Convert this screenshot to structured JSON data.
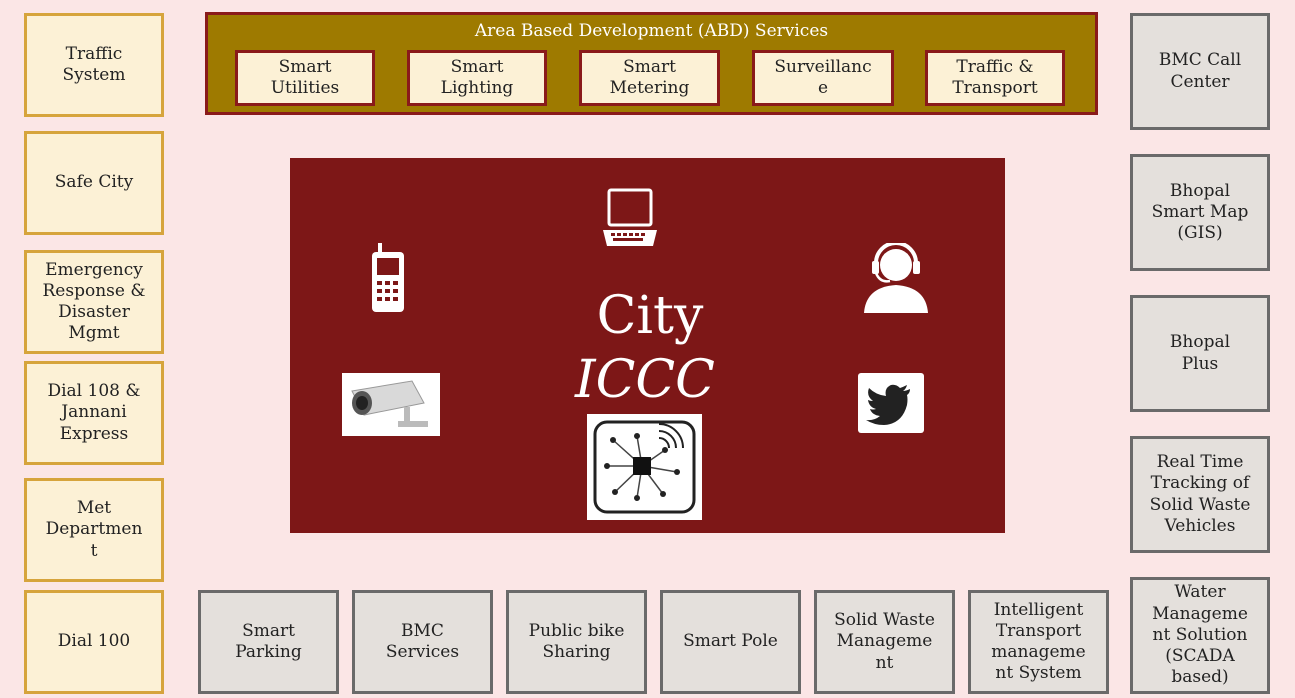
{
  "left_boxes": [
    "Traffic\nSystem",
    "Safe City",
    "Emergency\nResponse &\nDisaster\nMgmt",
    "Dial 108 &\nJannani\nExpress",
    "Met\nDepartmen\nt",
    "Dial 100"
  ],
  "right_boxes": [
    "BMC Call\nCenter",
    "Bhopal\nSmart Map\n(GIS)",
    "Bhopal\nPlus",
    "Real Time\nTracking of\nSolid Waste\nVehicles",
    "Water\nManageme\nnt Solution\n(SCADA\nbased)"
  ],
  "bottom_boxes": [
    "Smart\nParking",
    "BMC\nServices",
    "Public bike\nSharing",
    "Smart Pole",
    "Solid Waste\nManageme\nnt",
    "Intelligent\nTransport\nmanageme\nnt System"
  ],
  "abd": {
    "title": "Area Based Development (ABD) Services",
    "items": [
      "Smart\nUtilities",
      "Smart\nLighting",
      "Smart\nMetering",
      "Surveillanc\ne",
      "Traffic &\nTransport"
    ]
  },
  "center": {
    "line1": "City",
    "line2": "ICCC",
    "icons": [
      "laptop-icon",
      "mobile-phone-icon",
      "call-agent-icon",
      "cctv-camera-icon",
      "twitter-icon",
      "iot-network-icon"
    ]
  },
  "colors": {
    "background": "#fbe6e6",
    "center": "#7d1717",
    "abd_band": "#9e7a00",
    "left_box_fill": "#fcf1d6",
    "left_box_border": "#d6a43c",
    "gray_box_fill": "#e4e0dc"
  }
}
